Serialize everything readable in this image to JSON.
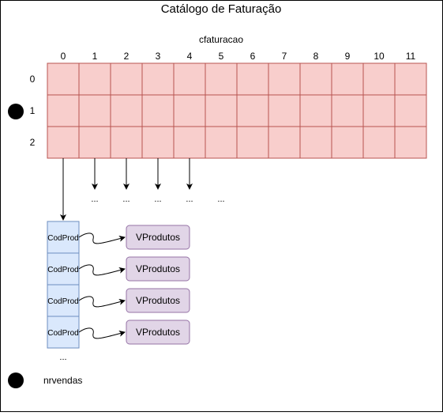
{
  "title": "Catálogo de Faturação",
  "array_label": "cfaturacao",
  "columns": [
    "0",
    "1",
    "2",
    "3",
    "4",
    "5",
    "6",
    "7",
    "8",
    "9",
    "10",
    "11"
  ],
  "rows": [
    "0",
    "1",
    "2"
  ],
  "pointer_dots": [
    "...",
    "...",
    "...",
    "...",
    "..."
  ],
  "list_node_label": "CodProd",
  "list_nodes_count": 4,
  "value_node_label": "VProdutos",
  "list_end_dots": "...",
  "legend": {
    "label": "nrvendas"
  },
  "colors": {
    "grid_fill": "#f8cecc",
    "grid_stroke": "#b85450",
    "list_fill": "#dae8fc",
    "list_stroke": "#6c8ebf",
    "value_fill": "#e1d5e7",
    "value_stroke": "#9673a6",
    "frame_stroke": "#000000"
  }
}
